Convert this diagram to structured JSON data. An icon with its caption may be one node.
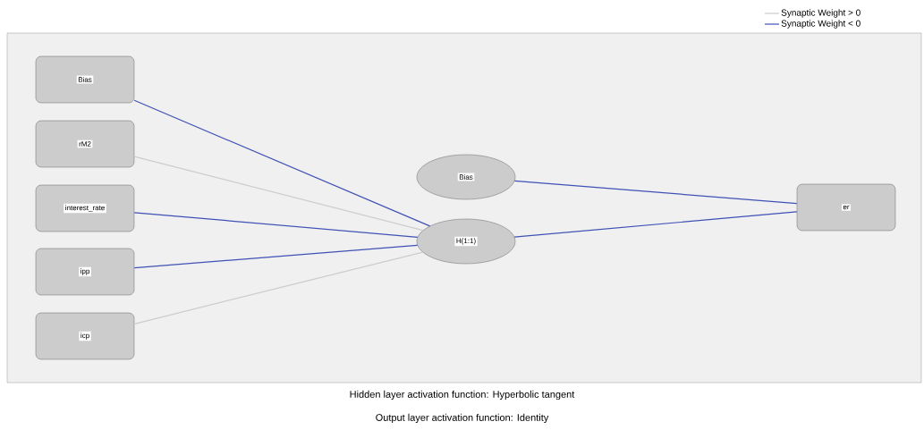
{
  "diagram": {
    "nodes": [
      {
        "text": [
          "Bias"
        ]
      },
      {
        "text": [
          "rM2"
        ]
      },
      {
        "text": [
          "interest_rate"
        ]
      },
      {
        "text": [
          "ipp"
        ]
      },
      {
        "text": [
          "icp"
        ]
      },
      {
        "text": [
          "Bias"
        ]
      },
      {
        "text": [
          "H(1:1)"
        ]
      },
      {
        "text": [
          "er"
        ]
      }
    ],
    "edges": [
      {
        "from": 0,
        "to": 6,
        "arrow": "none"
      },
      {
        "from": 1,
        "to": 6,
        "arrow": "none",
        "color": "#cccccc"
      },
      {
        "from": 2,
        "to": 6,
        "arrow": "none"
      },
      {
        "from": 3,
        "to": 6,
        "arrow": "none"
      },
      {
        "from": 4,
        "to": 6,
        "arrow": "none",
        "color": "#cccccc"
      },
      {
        "from": 5,
        "to": 7,
        "arrow": "none"
      },
      {
        "from": 6,
        "to": 7,
        "arrow": "none"
      }
    ],
    "labels": [
      "Hidden layer activation function: Hyperbolic tangent",
      "Output layer activation function: Identity"
    ],
    "legend": [
      {
        "text": "Synaptic Weight > 0"
      },
      {
        "text": "Synaptic Weight < 0"
      }
    ]
  }
}
